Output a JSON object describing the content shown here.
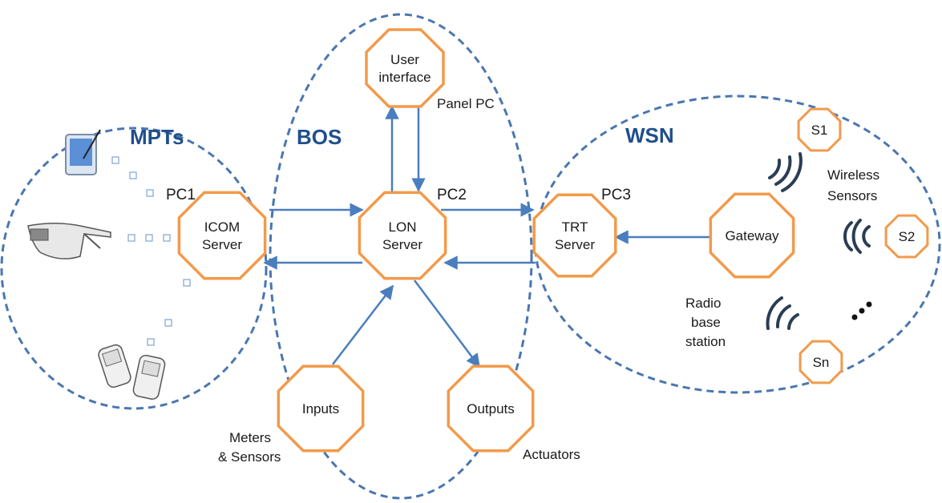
{
  "clusters": {
    "mpts": "MPTs",
    "bos": "BOS",
    "wsn": "WSN"
  },
  "nodes": {
    "user_interface": [
      "User",
      "interface"
    ],
    "icom_server": [
      "ICOM",
      "Server"
    ],
    "lon_server": [
      "LON",
      "Server"
    ],
    "trt_server": [
      "TRT",
      "Server"
    ],
    "gateway": [
      "Gateway"
    ],
    "inputs": [
      "Inputs"
    ],
    "outputs": [
      "Outputs"
    ],
    "s1": "S1",
    "s2": "S2",
    "sn": "Sn"
  },
  "labels": {
    "panel_pc": "Panel PC",
    "pc1": "PC1",
    "pc2": "PC2",
    "pc3": "PC3",
    "wireless_sensors": [
      "Wireless",
      "Sensors"
    ],
    "radio_base_station": [
      "Radio",
      "base",
      "station"
    ],
    "meters_sensors": [
      "Meters",
      "& Sensors"
    ],
    "actuators": "Actuators"
  },
  "colors": {
    "cluster_outline": "#4a76b0",
    "node_outline": "#f29a4a",
    "arrow": "#4a7ebe",
    "cluster_title": "#1f4e8c"
  },
  "icons": [
    "tablet-pc-icon",
    "smart-glasses-icon",
    "mobile-phones-icon",
    "wireless-signal-icon"
  ]
}
